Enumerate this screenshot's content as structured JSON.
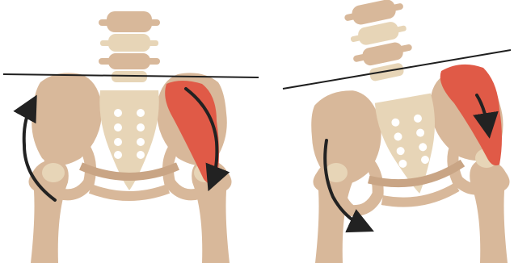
{
  "figure": {
    "panels": [
      {
        "id": "left",
        "state": "level pelvis",
        "muscle_state": "relaxed"
      },
      {
        "id": "right",
        "state": "tilted pelvis",
        "muscle_state": "contracted"
      }
    ]
  },
  "colors": {
    "bone": "#d8b89a",
    "bone_light": "#e7d5b7",
    "bone_shadow": "#c9a585",
    "muscle": "#e05a47",
    "muscle_outline": "#c94a3a",
    "line": "#1f1f1f",
    "arrow": "#222222",
    "background": "#ffffff"
  },
  "icons": {
    "rotation_arrow": "curved-arrow",
    "muscle_pull_arrow": "straight-arrow"
  }
}
